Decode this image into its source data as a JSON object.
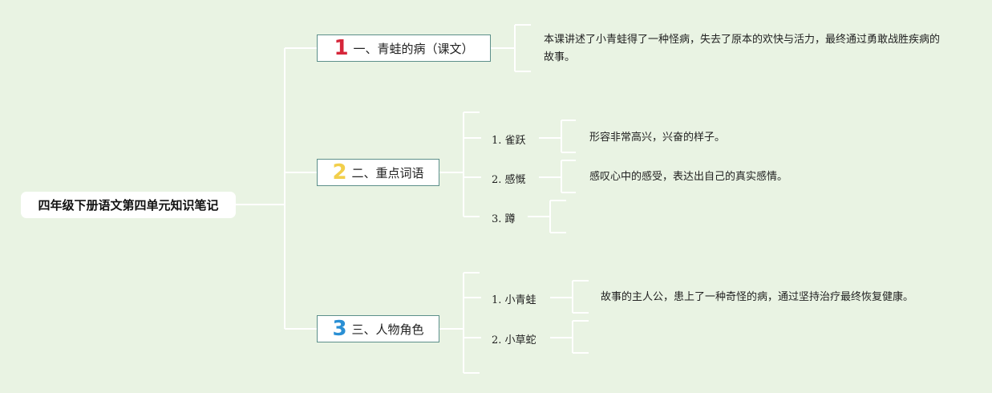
{
  "root": {
    "title": "四年级下册语文第四单元知识笔记"
  },
  "branches": [
    {
      "number": "1",
      "number_color": "#d6263a",
      "label": "一、青蛙的病（课文）",
      "description": "本课讲述了小青蛙得了一种怪病，失去了原本的欢快与活力，最终通过勇敢战胜疾病的故事。"
    },
    {
      "number": "2",
      "number_color": "#f2cf4b",
      "label": "二、重点词语",
      "items": [
        {
          "label": "1. 雀跃",
          "description": "形容非常高兴，兴奋的样子。"
        },
        {
          "label": "2. 感慨",
          "description": "感叹心中的感受，表达出自己的真实感情。"
        },
        {
          "label": "3. 蹲",
          "description": ""
        }
      ]
    },
    {
      "number": "3",
      "number_color": "#2a8fd4",
      "label": "三、人物角色",
      "items": [
        {
          "label": "1. 小青蛙",
          "description": "故事的主人公，患上了一种奇怪的病，通过坚持治疗最终恢复健康。"
        },
        {
          "label": "2. 小草蛇",
          "description": ""
        }
      ]
    }
  ]
}
